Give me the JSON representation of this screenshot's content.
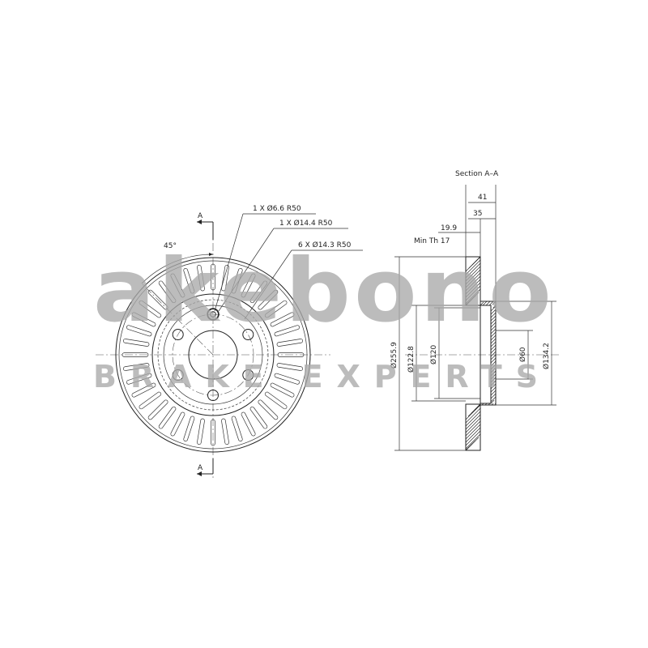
{
  "section_title": "Section A–A",
  "section_mark_top": "A",
  "section_mark_bottom": "A",
  "angle_label": "45°",
  "callouts": {
    "small_hole": "1 X Ø6.6 R50",
    "medium_hole": "1 X Ø14.4 R50",
    "bolt_holes": "6 X Ø14.3 R50"
  },
  "dimensions": {
    "overall_thickness": "41",
    "hat_depth": "35",
    "disc_thickness": "19.9",
    "min_thickness": "Min Th 17",
    "outer_diameter": "Ø255.9",
    "inner_friction_diameter": "Ø122.8",
    "hat_diameter": "Ø120",
    "center_bore": "Ø60",
    "hat_outer_diameter": "Ø134.2"
  },
  "watermark": {
    "brand": "akebono",
    "tagline": "BRAKE EXPERTS",
    "color": "#a9a9a9"
  }
}
